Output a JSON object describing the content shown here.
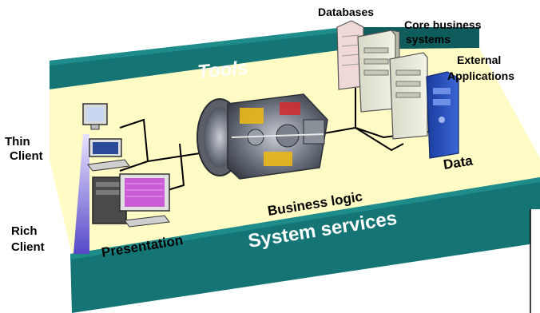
{
  "bands": {
    "tools": "Tools",
    "system_services": "System services"
  },
  "layers": {
    "presentation": "Presentation",
    "business_logic": "Business logic",
    "data": "Data"
  },
  "clients": {
    "thin": [
      "Thin",
      "Client"
    ],
    "rich": [
      "Rich",
      "Client"
    ]
  },
  "data_sources": {
    "databases": "Databases",
    "core_business": [
      "Core business",
      "systems"
    ],
    "external": [
      "External",
      "Applications"
    ]
  },
  "colors": {
    "teal": "#157575",
    "teal_dark": "#0f5c5c",
    "floor": "#fffbc4",
    "wedge": "#6a5acd"
  },
  "icons": [
    "thin-client-computer-icon",
    "rich-client-computer-icon",
    "engine-icon",
    "database-server-icon",
    "core-systems-server-icon",
    "external-applications-server-icon"
  ]
}
